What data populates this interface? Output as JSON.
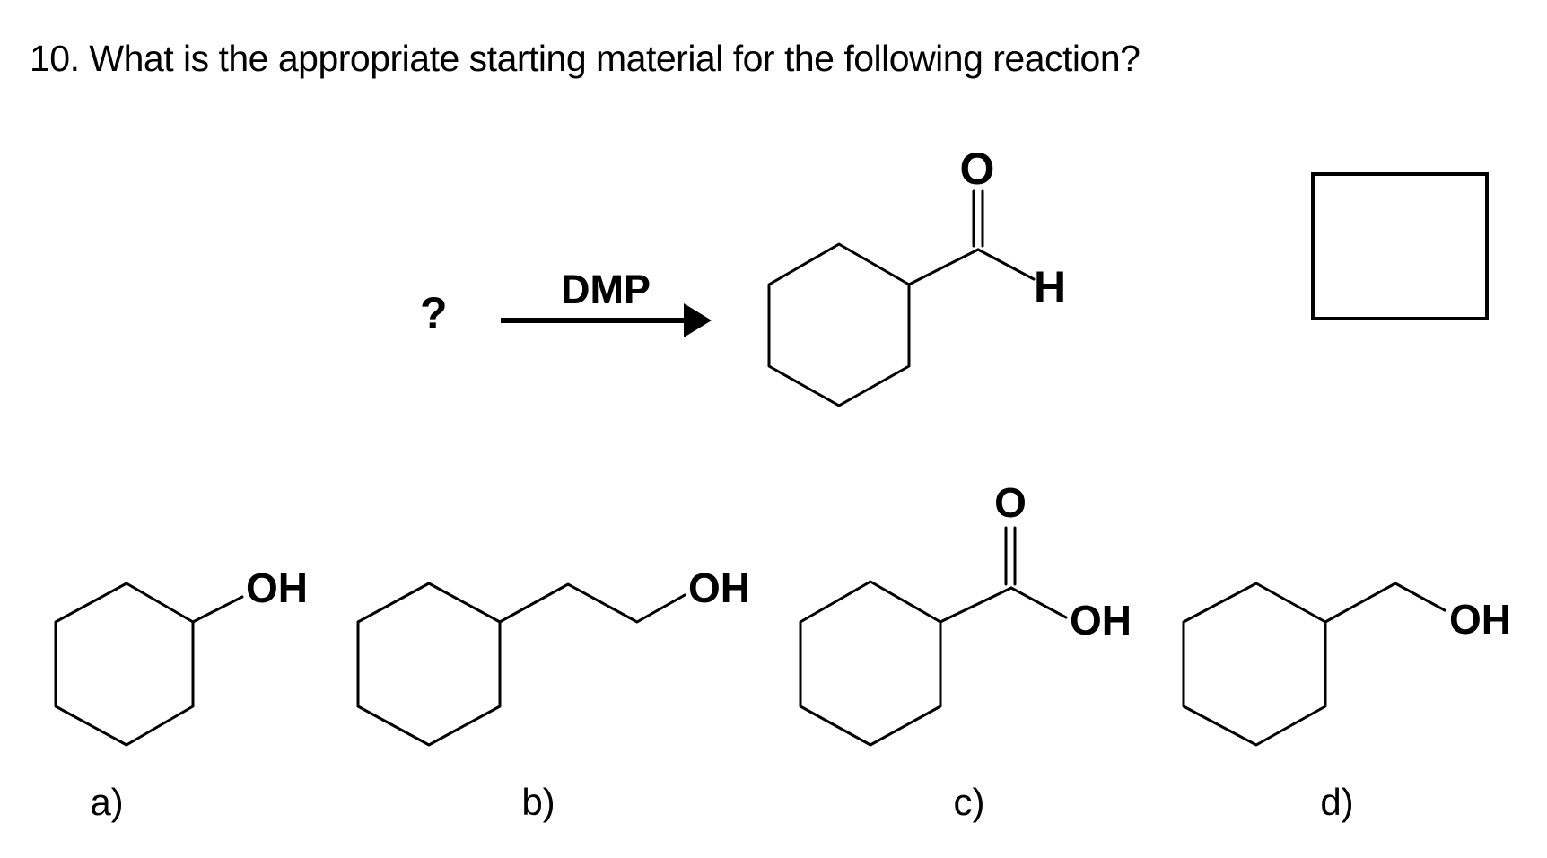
{
  "question": {
    "title": "10. What is the appropriate starting material for the following reaction?"
  },
  "scheme": {
    "reactant_placeholder": "?",
    "reagent": "DMP",
    "product_labels": {
      "o": "O",
      "h": "H"
    }
  },
  "options": [
    {
      "letter": "a)",
      "atom_labels": {
        "oh": "OH"
      }
    },
    {
      "letter": "b)",
      "atom_labels": {
        "oh": "OH"
      }
    },
    {
      "letter": "c)",
      "atom_labels": {
        "o": "O",
        "oh": "OH"
      }
    },
    {
      "letter": "d)",
      "atom_labels": {
        "oh": "OH"
      }
    }
  ],
  "colors": {
    "ink": "#000000",
    "background": "#ffffff"
  }
}
